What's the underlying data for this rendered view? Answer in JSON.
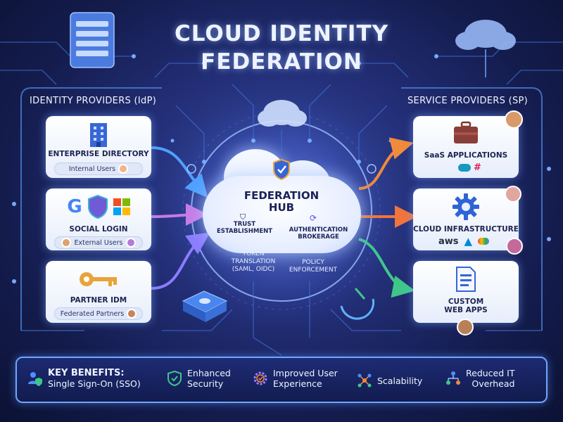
{
  "title_line1": "CLOUD IDENTITY",
  "title_line2": "FEDERATION",
  "idp": {
    "label": "IDENTITY PROVIDERS (IdP)",
    "cards": [
      {
        "name": "ENTERPRISE DIRECTORY",
        "pill": "Internal Users"
      },
      {
        "name": "SOCIAL LOGIN",
        "pill": "External Users"
      },
      {
        "name": "PARTNER IDM",
        "pill": "Federated Partners"
      }
    ]
  },
  "sp": {
    "label": "SERVICE PROVIDERS (SP)",
    "cards": [
      {
        "name": "SaaS APPLICATIONS"
      },
      {
        "name": "CLOUD INFRASTRUCTURE",
        "logo_text": "aws"
      },
      {
        "name_line1": "CUSTOM",
        "name_line2": "WEB APPS"
      }
    ]
  },
  "hub": {
    "title_line1": "FEDERATION",
    "title_line2": "HUB",
    "trust_line1": "TRUST",
    "trust_line2": "ESTABLISHMENT",
    "auth_line1": "AUTHENTICATION",
    "auth_line2": "BROKERAGE",
    "token_line1": "TOKEN",
    "token_line2": "TRANSLATION",
    "token_line3": "(SAML, OIDC)",
    "policy_line1": "POLICY",
    "policy_line2": "ENFORCEMENT"
  },
  "benefits": {
    "heading": "KEY BENEFITS:",
    "sso": "Single Sign-On (SSO)",
    "security_line1": "Enhanced",
    "security_line2": "Security",
    "experience_line1": "Improved User",
    "experience_line2": "Experience",
    "scalability": "Scalability",
    "overhead_line1": "Reduced IT",
    "overhead_line2": "Overhead"
  },
  "colors": {
    "accent_blue": "#3d8bff",
    "accent_orange": "#f08a3c",
    "accent_green": "#3fc78a",
    "accent_purple": "#9b7bff"
  }
}
